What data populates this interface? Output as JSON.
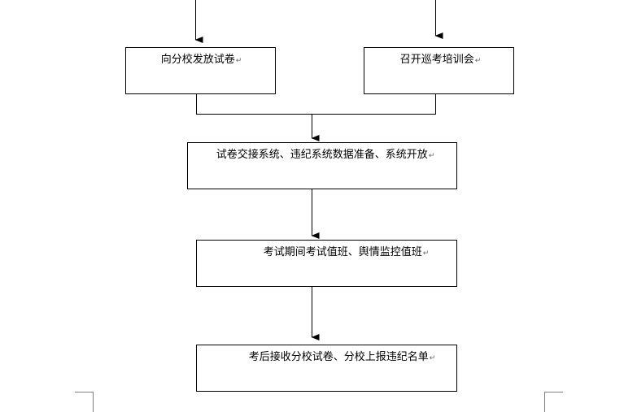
{
  "flowchart": {
    "boxes": {
      "distribute_papers": {
        "label": "向分校发放试卷",
        "mark": "↵"
      },
      "training_meeting": {
        "label": "召开巡考培训会",
        "mark": "↵"
      },
      "systems_ready": {
        "label": "试卷交接系统、违纪系统数据准备、系统开放",
        "mark": "↵"
      },
      "duty_during_exam": {
        "label": "考试期间考试值班、舆情监控值班",
        "mark": "↵"
      },
      "post_exam": {
        "label": "考后接收分校试卷、分校上报违纪名单",
        "mark": "↵"
      }
    }
  },
  "colors": {
    "line": "#000000",
    "page_corner": "#7f7f7f",
    "background": "#ffffff"
  }
}
